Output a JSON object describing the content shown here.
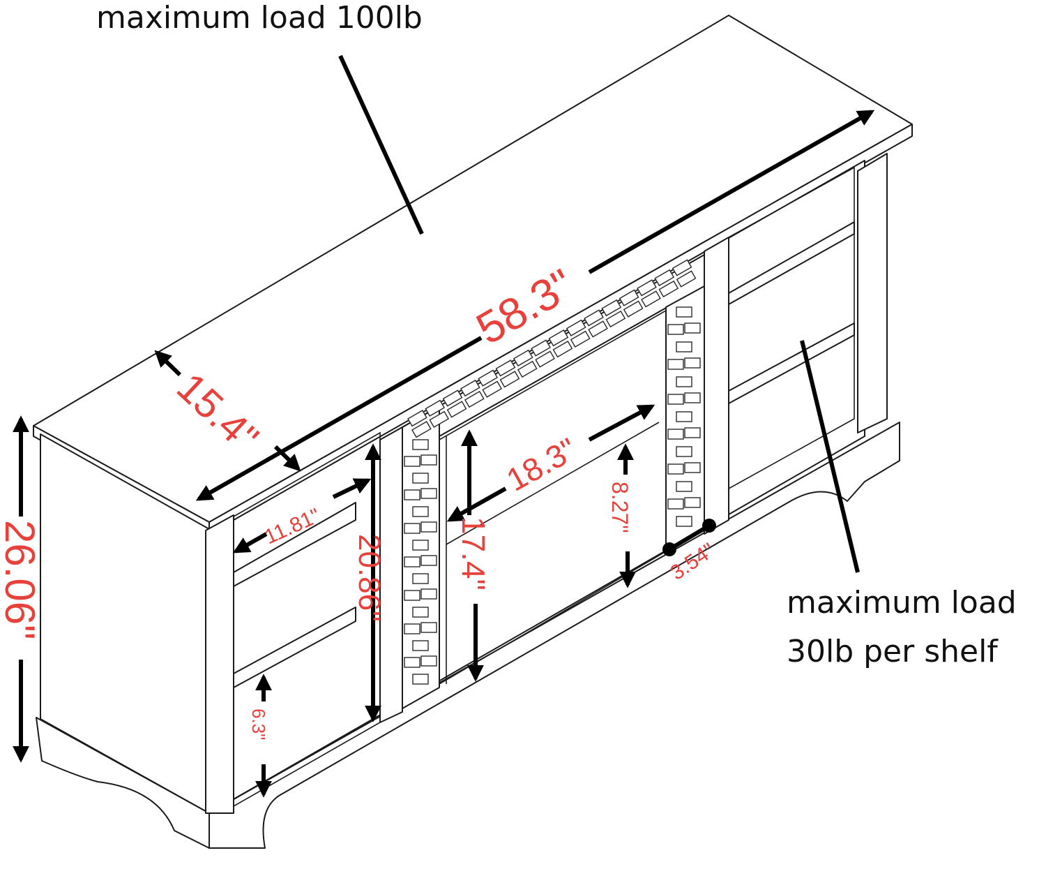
{
  "notes": {
    "top_load": "maximum load 100lb",
    "shelf_load_line1": "maximum load",
    "shelf_load_line2": "30lb per shelf"
  },
  "dimensions": {
    "width": "58.3\"",
    "depth": "15.4\"",
    "height": "26.06\"",
    "opening_width": "18.3\"",
    "opening_height": "17.4\"",
    "side_opening_height": "20.86\"",
    "side_shelf_depth": "11.81\"",
    "inner_gap_height": "8.27\"",
    "bottom_clearance": "6.3\"",
    "post_width": "3.54\""
  },
  "colors": {
    "dimension_text": "#e8413b",
    "lines": "#111111"
  }
}
